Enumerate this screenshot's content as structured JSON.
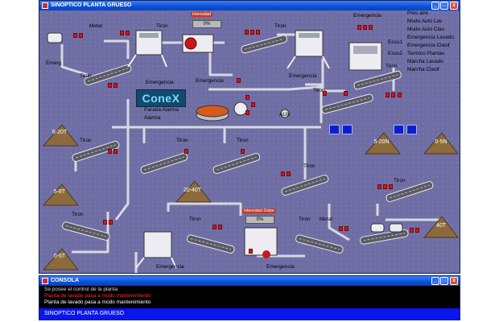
{
  "main_window": {
    "title": "SINOPTICO PLANTA GRUESO"
  },
  "console_window": {
    "title": "CONSOLA"
  },
  "controls": {
    "min": "_",
    "max": "□",
    "close": "x"
  },
  "logo": "ConeX",
  "labels": {
    "metal": "Metal",
    "tiron": "Tiron",
    "emerg": "Emerg",
    "emergencia": "Emergencia",
    "parada_alarma": "Parada Alarma",
    "alarma": "Alarma",
    "escu1": "Escu1",
    "escu2": "Escu2",
    "aux": "AUX",
    "one": "1"
  },
  "status_list": [
    "Pres aire",
    "Modo Auto Lav",
    "Modo Auto Clas",
    "Emergencia Lavado",
    "Emergencia Clasif",
    "Termico Plantas",
    "Marcha Lavado",
    "Marcha Clasif"
  ],
  "piles": [
    "6-20T",
    "5-8T",
    "0-5T",
    "20-40T",
    "5-20N",
    "0-5N",
    "40T"
  ],
  "gauges": [
    {
      "title": "Intensidad",
      "value": "0%"
    },
    {
      "title": "Intensidad Golpe",
      "value": "0%"
    }
  ],
  "console_lines": [
    {
      "text": "Se posee el control de la planta",
      "color": "#d8d8d8"
    },
    {
      "text": "Planta de lavado pasa a modo mantenimiento",
      "color": "#ff3030"
    },
    {
      "text": "Planta de lavado pasa a modo mantenimiento",
      "color": "#ffffff"
    }
  ],
  "console_status": "SINOPTICO PLANTA GRUESO"
}
